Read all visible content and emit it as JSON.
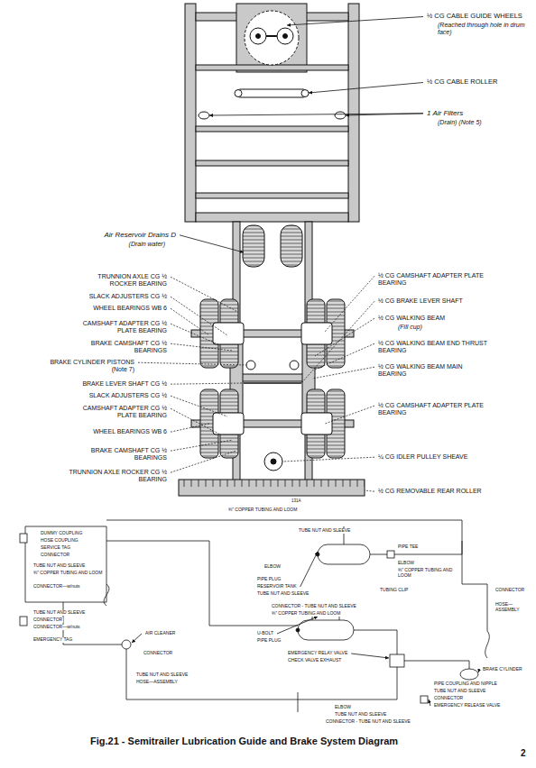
{
  "diagram": {
    "caption": "Fig.21 - Semitrailer Lubrication Guide and Brake System Diagram",
    "labels": [
      "½ CG CABLE GUIDE WHEELS",
      "(Reached through hole in drum face)",
      "½ CG CABLE ROLLER",
      "1 Air Filters",
      "(Drain) (Note 5)",
      "Air Reservoir Drains D",
      "(Drain water)",
      "TRUNNION AXLE CG ½ ROCKER BEARING",
      "SLACK ADJUSTERS CG ½",
      "WHEEL BEARINGS WB 6",
      "CAMSHAFT ADAPTER CG ½ PLATE BEARING",
      "BRAKE CAMSHAFT CG ½ BEARINGS",
      "BRAKE CYLINDER PISTONS (Note 7)",
      "BRAKE LEVER SHAFT CG ½",
      "SLACK ADJUSTERS CG ½",
      "CAMSHAFT ADAPTER CG ½ PLATE BEARING",
      "WHEEL BEARINGS WB 6",
      "BRAKE CAMSHAFT CG ½ BEARINGS",
      "TRUNNION AXLE ROCKER CG ½ BEARING",
      "½ CG CAMSHAFT ADAPTER PLATE BEARING",
      "½ CG BRAKE LEVER SHAFT",
      "½ CG WALKING BEAM",
      "(Fill cup)",
      "½ CG WALKING BEAM END THRUST BEARING",
      "½ CG WALKING BEAM MAIN BEARING",
      "½ CG CAMSHAFT ADAPTER PLATE BEARING",
      "¼ CG IDLER PULLEY SHEAVE",
      "½ CG REMOVABLE REAR ROLLER",
      "131A",
      "⅜\" COPPER TUBING AND LOOM",
      "DUMMY COUPLING",
      "HOSE COUPLING",
      "SERVICE TAG",
      "CONNECTOR",
      "TUBE NUT AND SLEEVE",
      "⅜\" COPPER TUBING AND LOOM",
      "CONNECTOR—w/nuts",
      "TUBE NUT AND SLEEVE",
      "CONNECTOR",
      "CONNECTOR—w/nuts",
      "EMERGENCY TAG",
      "AIR CLEANER",
      "CONNECTOR",
      "TUBE NUT AND SLEEVE",
      "HOSE—ASSEMBLY",
      "TUBE NUT AND SLEEVE",
      "ELBOW",
      "PIPE PLUG",
      "RESERVOIR TANK",
      "TUBE NUT AND SLEEVE",
      "PIPE TEE",
      "ELBOW",
      "⅜\" COPPER TUBING AND LOOM",
      "TUBING CLIP",
      "CONNECTOR",
      "HOSE—ASSEMBLY",
      "CONNECTOR - TUBE NUT AND SLEEVE",
      "⅜\" COPPER TUBING AND LOOM",
      "U-BOLT",
      "PIPE PLUG",
      "EMERGENCY RELAY VALVE",
      "CHECK VALVE EXHAUST",
      "BRAKE CYLINDER",
      "PIPE COUPLING AND NIPPLE",
      "TUBE NUT AND SLEEVE",
      "CONNECTOR",
      "EMERGENCY RELEASE VALVE",
      "ELBOW",
      "TUBE NUT AND SLEEVE",
      "CONNECTOR - TUBE NUT AND SLEEVE",
      "2"
    ]
  }
}
